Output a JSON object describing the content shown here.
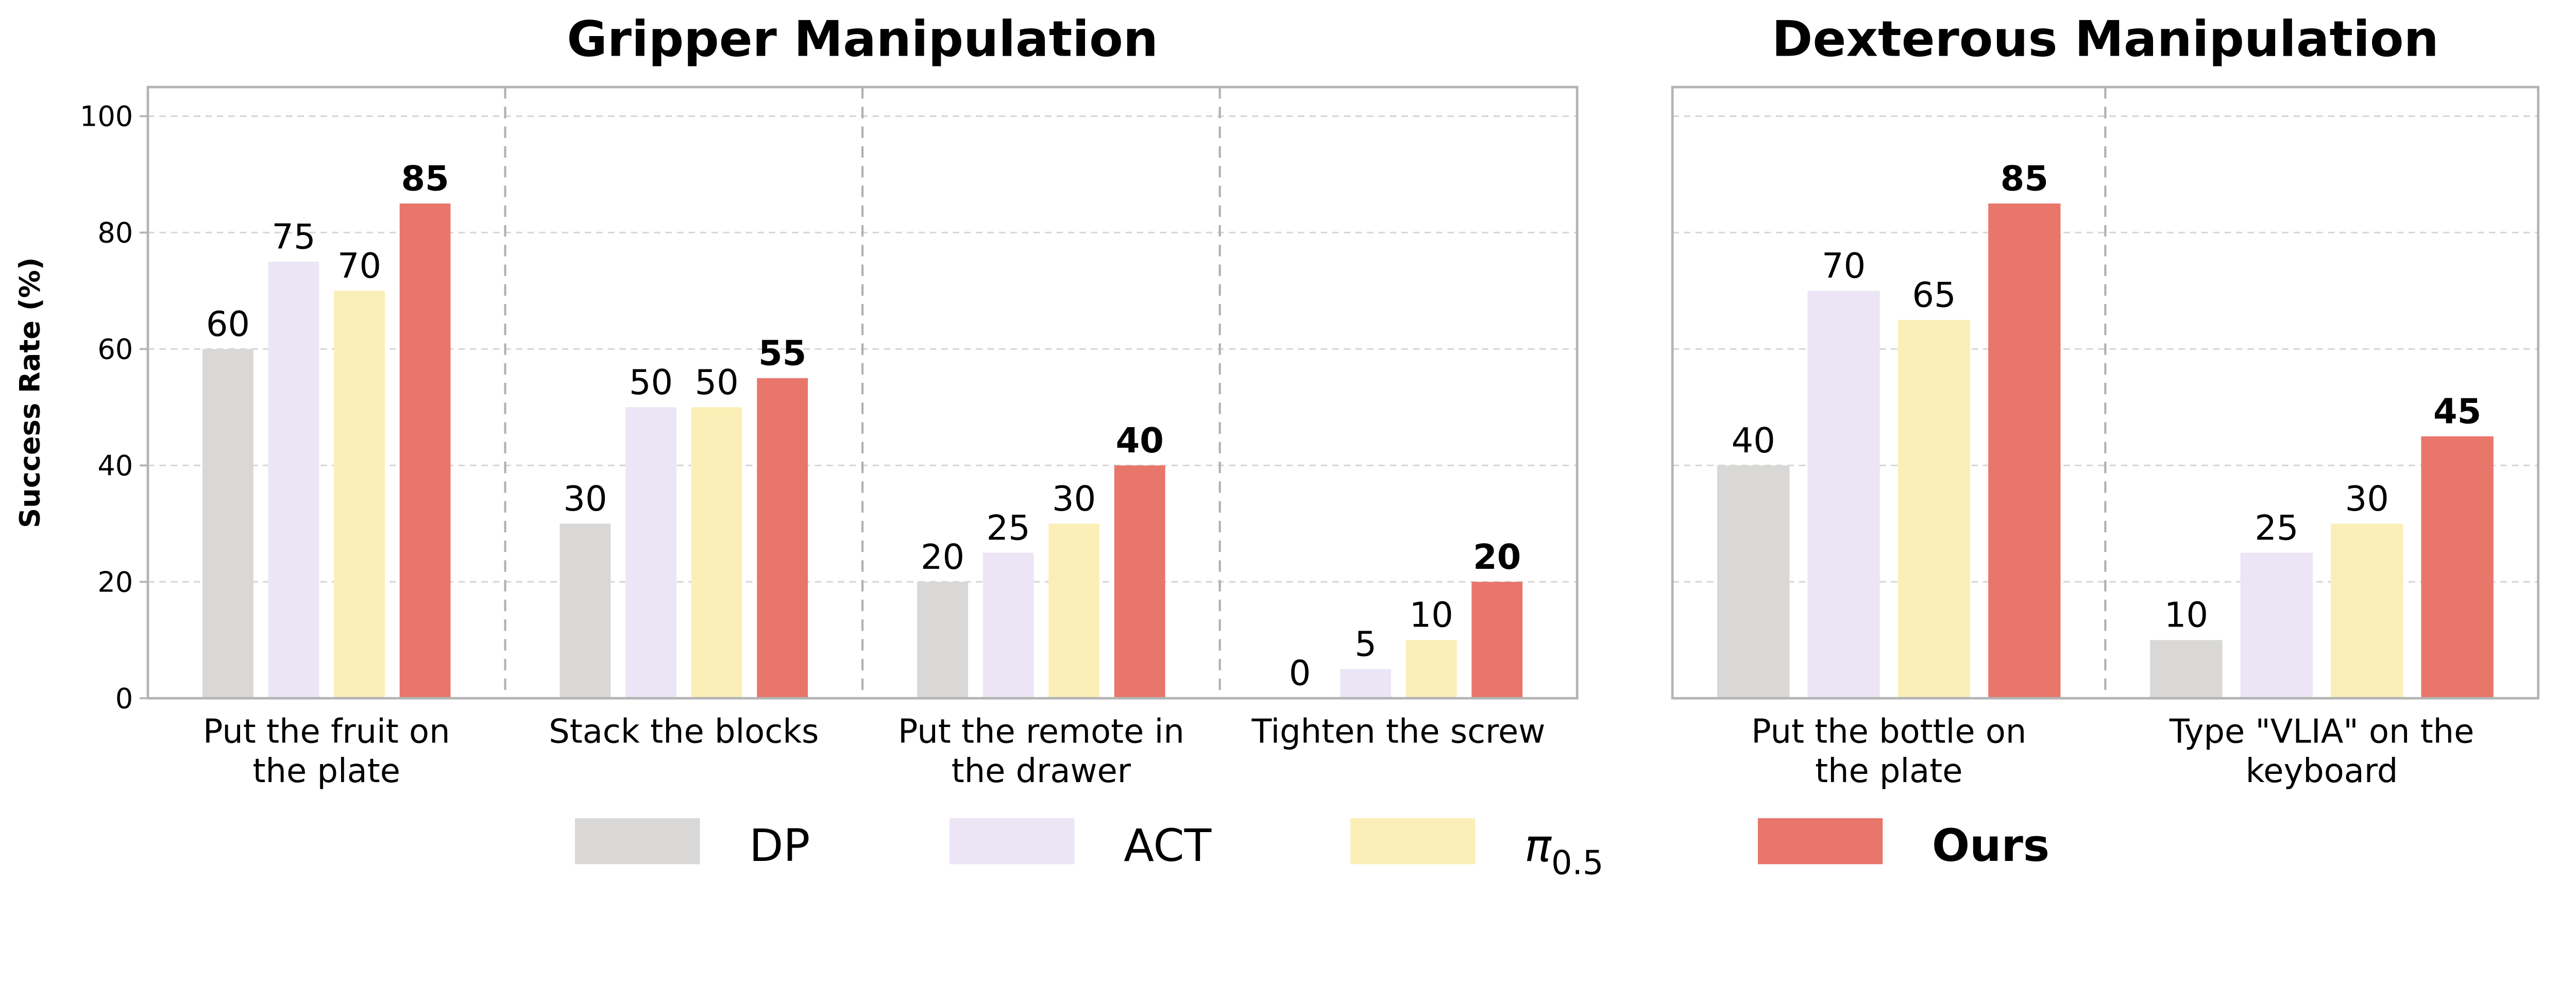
{
  "chart_data": [
    {
      "type": "bar",
      "title": "Gripper Manipulation",
      "ylabel": "Success Rate (%)",
      "ylim": [
        0,
        105
      ],
      "yticks": [
        0,
        20,
        40,
        60,
        80,
        100
      ],
      "grid": "y-dashed",
      "categories": [
        [
          "Put the fruit on",
          "the plate"
        ],
        [
          "Stack the blocks"
        ],
        [
          "Put the remote in",
          "the drawer"
        ],
        [
          "Tighten the screw"
        ]
      ],
      "series": [
        {
          "name": "DP",
          "values": [
            60,
            30,
            20,
            0
          ]
        },
        {
          "name": "ACT",
          "values": [
            75,
            50,
            25,
            5
          ]
        },
        {
          "name": "π0.5",
          "values": [
            70,
            50,
            30,
            10
          ]
        },
        {
          "name": "Ours",
          "values": [
            85,
            55,
            40,
            20
          ]
        }
      ]
    },
    {
      "type": "bar",
      "title": "Dexterous Manipulation",
      "ylim": [
        0,
        105
      ],
      "grid": "y-dashed",
      "categories": [
        [
          "Put the bottle on",
          "the plate"
        ],
        [
          "Type \"VLIA\" on the",
          "keyboard"
        ]
      ],
      "series": [
        {
          "name": "DP",
          "values": [
            40,
            10
          ]
        },
        {
          "name": "ACT",
          "values": [
            70,
            25
          ]
        },
        {
          "name": "π0.5",
          "values": [
            65,
            30
          ]
        },
        {
          "name": "Ours",
          "values": [
            85,
            45
          ]
        }
      ]
    }
  ],
  "legend": {
    "placement": "bottom",
    "items": [
      {
        "label": "DP",
        "color": "#d9d8d6"
      },
      {
        "label": "ACT",
        "color": "#ebe5f5"
      },
      {
        "label": "π",
        "sub": "0.5",
        "color": "#fbefb8"
      },
      {
        "label": "Ours",
        "color": "#e8766b",
        "bold": true
      }
    ]
  },
  "highlight_series": "Ours"
}
